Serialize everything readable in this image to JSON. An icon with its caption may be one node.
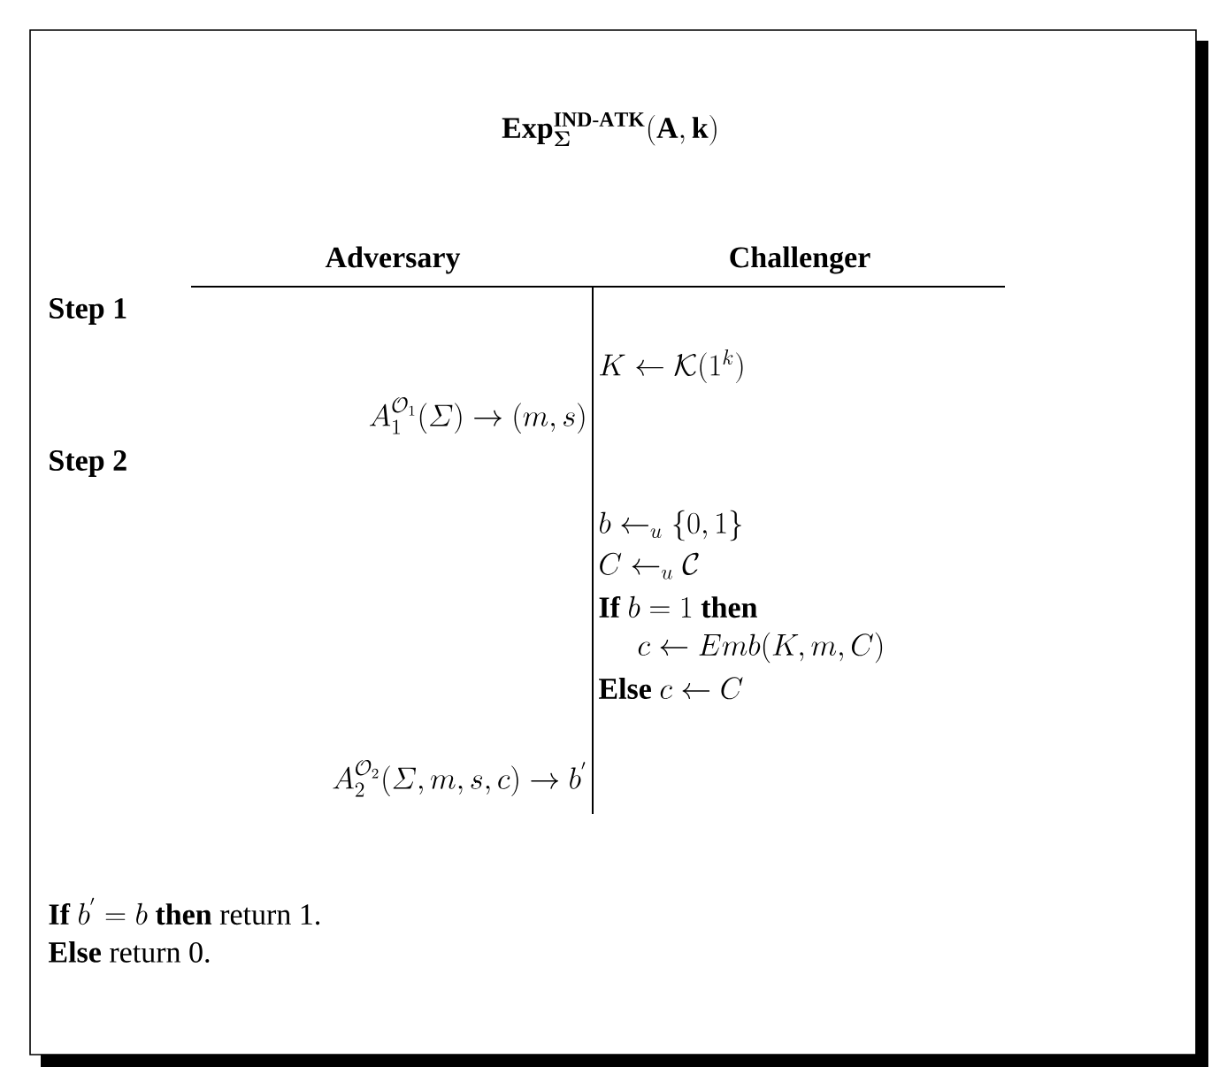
{
  "diagram": {
    "title": "\\mathbf{Exp}_{\\boldsymbol{\\Sigma}}^{\\mathbf{IND\\text{-}ATK}}(\\mathbf{A},\\mathbf{k})",
    "labels": [
      "Adversary",
      "Challenger",
      "Step 1",
      "K \\leftarrow \\mathcal{K}(1^k)",
      "A_1^{\\mathcal{O}_1}(\\varSigma) \\rightarrow (m,s)",
      "Step 2",
      "b \\leftarrow_u \\{0,1\\}",
      "C \\leftarrow_u \\mathcal{C}",
      "\\textbf{If } b=1 \\textbf{ then}",
      "c \\leftarrow Emb(K,m,C)",
      "\\textbf{Else } c \\leftarrow C",
      "A_2^{\\mathcal{O}_2}(\\varSigma,m,s,c) \\rightarrow b^{'}",
      "\\textbf{If } b^{'}=b \\textbf{ then} \\text{ return 1.}",
      "\\textbf{Else} \\text{ return 0.}"
    ]
  }
}
